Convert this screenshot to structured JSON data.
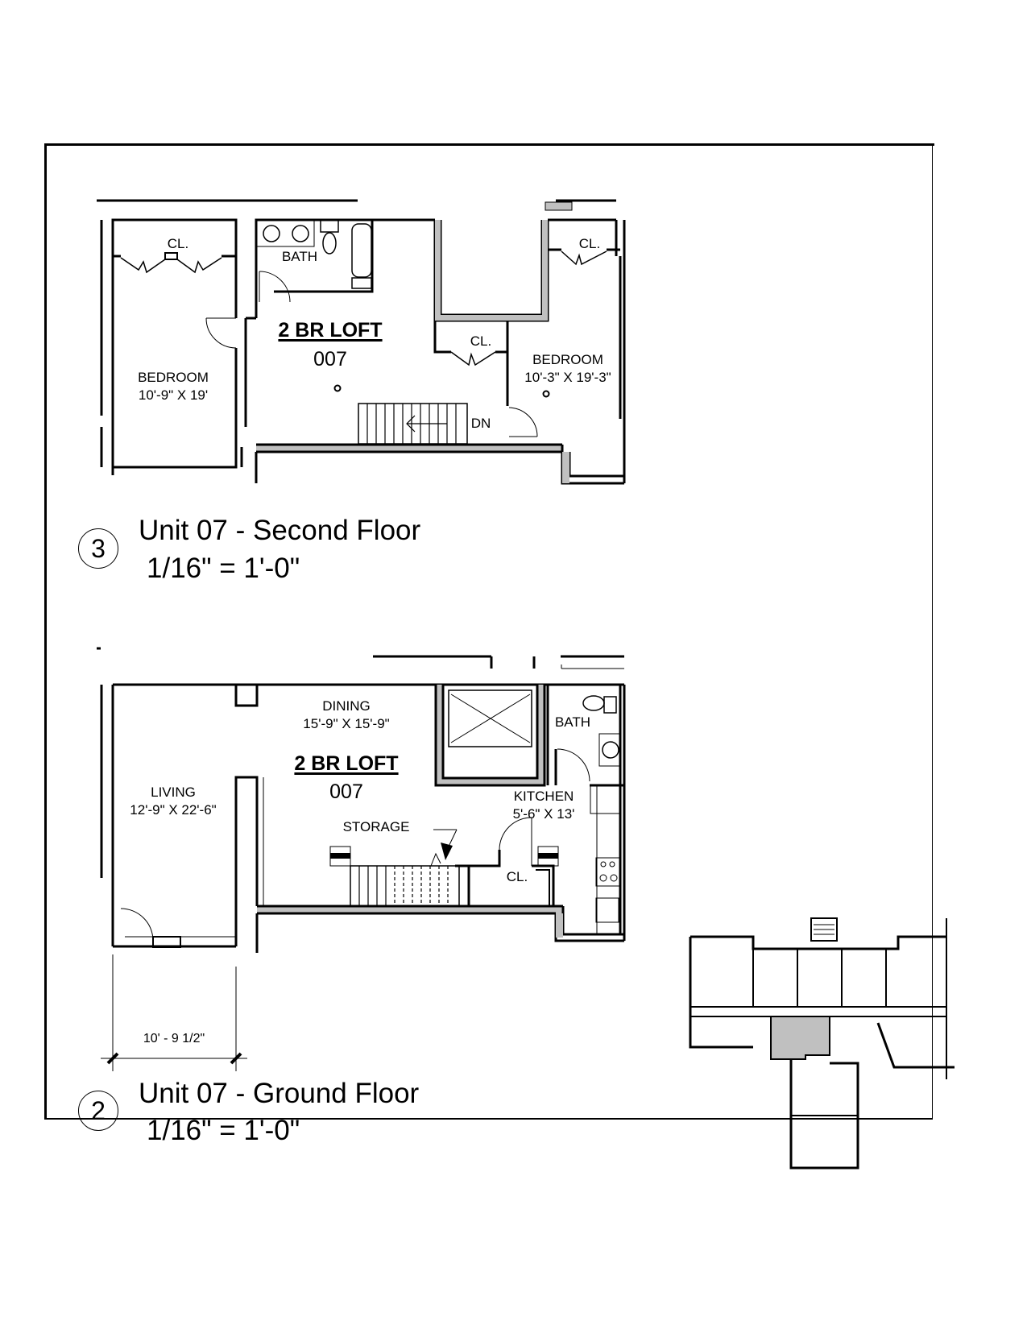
{
  "sheet": {
    "views": [
      {
        "id": "second-floor",
        "number": "3",
        "title": "Unit 07 - Second Floor",
        "scale": "1/16\" = 1'-0\"",
        "unit_type": "2 BR LOFT",
        "unit_number": "007",
        "rooms": [
          {
            "name": "CL.",
            "dims": ""
          },
          {
            "name": "BATH",
            "dims": ""
          },
          {
            "name": "BEDROOM",
            "dims": "10'-9\" X 19'"
          },
          {
            "name": "CL.",
            "dims": ""
          },
          {
            "name": "CL.",
            "dims": ""
          },
          {
            "name": "BEDROOM",
            "dims": "10'-3\" X 19'-3\""
          }
        ],
        "stair_label": "DN"
      },
      {
        "id": "ground-floor",
        "number": "2",
        "title": "Unit 07 - Ground Floor",
        "scale": "1/16\" = 1'-0\"",
        "unit_type": "2 BR LOFT",
        "unit_number": "007",
        "rooms": [
          {
            "name": "DINING",
            "dims": "15'-9\" X 15'-9\""
          },
          {
            "name": "LIVING",
            "dims": "12'-9\" X 22'-6\""
          },
          {
            "name": "BATH",
            "dims": ""
          },
          {
            "name": "KITCHEN",
            "dims": "5'-6\" X 13'"
          },
          {
            "name": "STORAGE",
            "dims": ""
          },
          {
            "name": "CL.",
            "dims": ""
          }
        ],
        "dimension": "10' - 9 1/2\""
      }
    ],
    "key_plan": {
      "highlight_color": "#c0c0c0"
    },
    "colors": {
      "wall": "#000000",
      "existing_wall_fill": "#c0c0c0",
      "background": "#ffffff"
    }
  }
}
